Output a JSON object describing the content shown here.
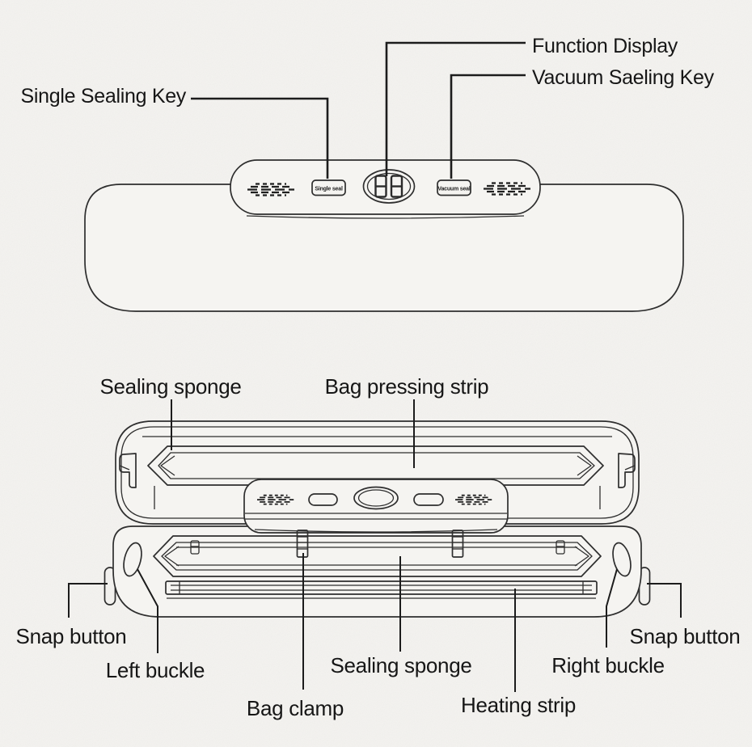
{
  "colors": {
    "background": "#f5f4f1",
    "line": "#2e2e2e",
    "label_text": "#161616"
  },
  "top_view": {
    "label_function_display": "Function Display",
    "label_vacuum_sealing_key": "Vacuum Saeling Key",
    "label_single_sealing_key": "Single Sealing Key",
    "button_single_seal": "Single seal",
    "button_vacuum_seal": "Vacuum seal",
    "display_value": "88"
  },
  "open_view": {
    "label_sealing_sponge_lid": "Sealing sponge",
    "label_bag_pressing_strip": "Bag pressing strip",
    "label_snap_button_left": "Snap button",
    "label_snap_button_right": "Snap button",
    "label_left_buckle": "Left buckle",
    "label_right_buckle": "Right buckle",
    "label_sealing_sponge_base": "Sealing sponge",
    "label_bag_clamp": "Bag clamp",
    "label_heating_strip": "Heating strip"
  }
}
